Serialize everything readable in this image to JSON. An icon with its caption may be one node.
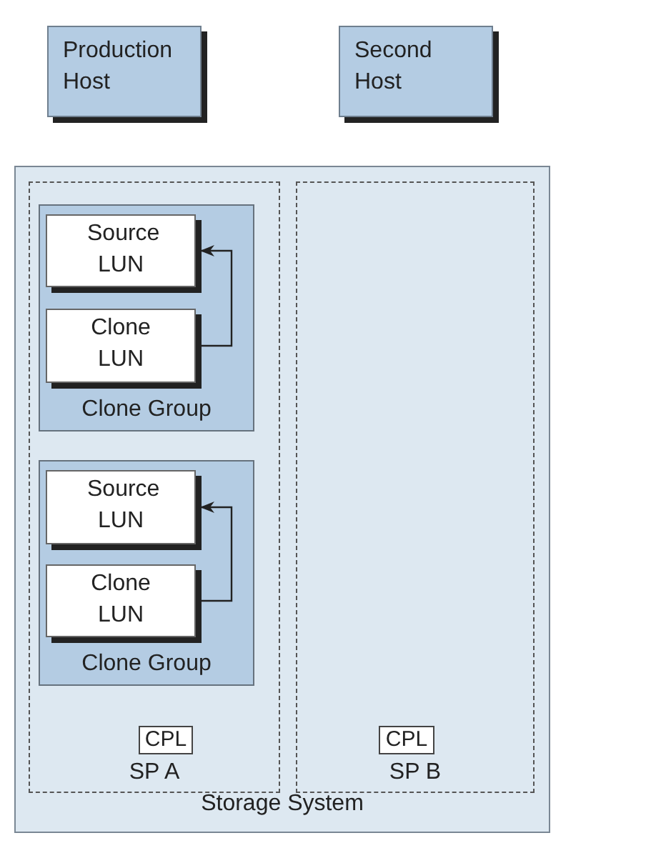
{
  "diagram": {
    "nodes": [
      {
        "text": [
          "Production Host"
        ]
      },
      {
        "text": [
          "Second Host"
        ]
      },
      {
        "text": [
          "Storage System"
        ]
      },
      {
        "text": [
          "SP A"
        ],
        "in": 2
      },
      {
        "text": [
          "Clone Group"
        ],
        "in": 3
      },
      {
        "text": [
          "Source LUN"
        ],
        "in": 4
      },
      {
        "text": [
          "Clone LUN"
        ],
        "in": 4
      },
      {
        "text": [
          "Clone Group"
        ],
        "in": 3
      },
      {
        "text": [
          "Source LUN"
        ],
        "in": 7
      },
      {
        "text": [
          "Clone LUN"
        ],
        "in": 7
      },
      {
        "text": [
          "CPL"
        ],
        "in": 3
      },
      {
        "text": [
          "SP B"
        ],
        "in": 2
      },
      {
        "text": [
          "CPL"
        ],
        "in": 11
      }
    ],
    "edges": [
      {
        "from": 6,
        "to": 5,
        "arrow": "to"
      },
      {
        "from": 9,
        "to": 8,
        "arrow": "to"
      }
    ]
  }
}
